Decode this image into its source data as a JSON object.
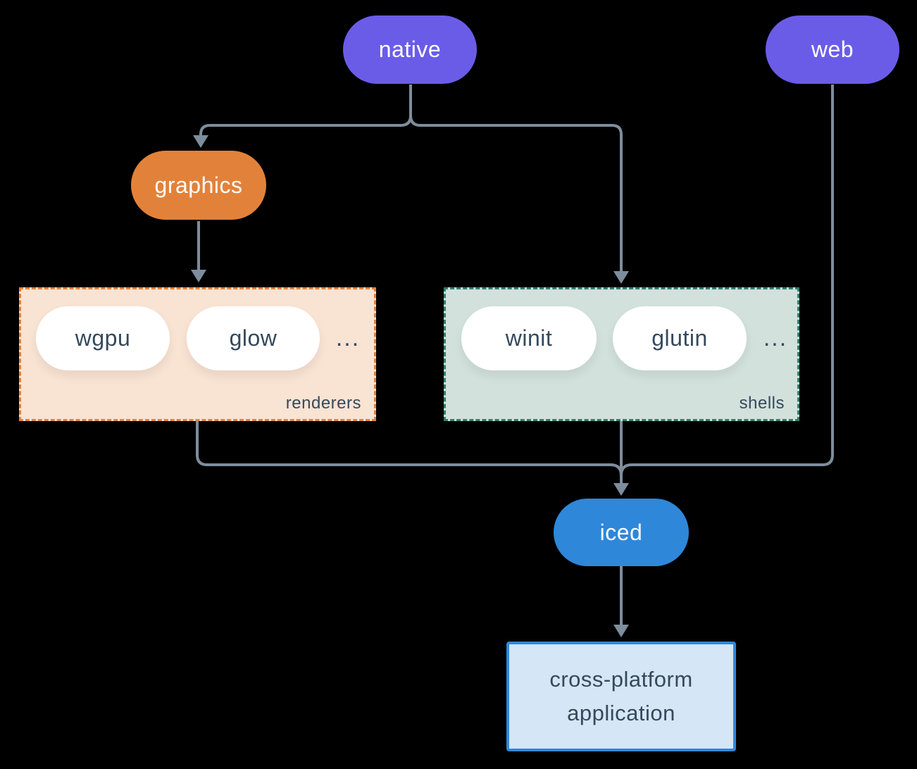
{
  "colors": {
    "background": "#000000",
    "line": "#7e8d9c",
    "purple": "#6b5ce8",
    "orange": "#e2823a",
    "blue": "#2e87d9",
    "pill-white": "#ffffff",
    "pill-text-light": "#ffffff",
    "text-dark": "#35495c",
    "renderers-bg": "#f9e3d3",
    "renderers-border": "#e2823a",
    "shells-bg": "#d2e1db",
    "shells-border": "#2e7f6d",
    "app-bg": "#d5e6f7",
    "app-border": "#2f88db"
  },
  "nodes": {
    "native": "native",
    "web": "web",
    "graphics": "graphics",
    "iced": "iced",
    "application": "cross-platform application"
  },
  "groups": {
    "renderers": {
      "label": "renderers",
      "pills": [
        "wgpu",
        "glow"
      ],
      "more": "..."
    },
    "shells": {
      "label": "shells",
      "pills": [
        "winit",
        "glutin"
      ],
      "more": "..."
    }
  }
}
